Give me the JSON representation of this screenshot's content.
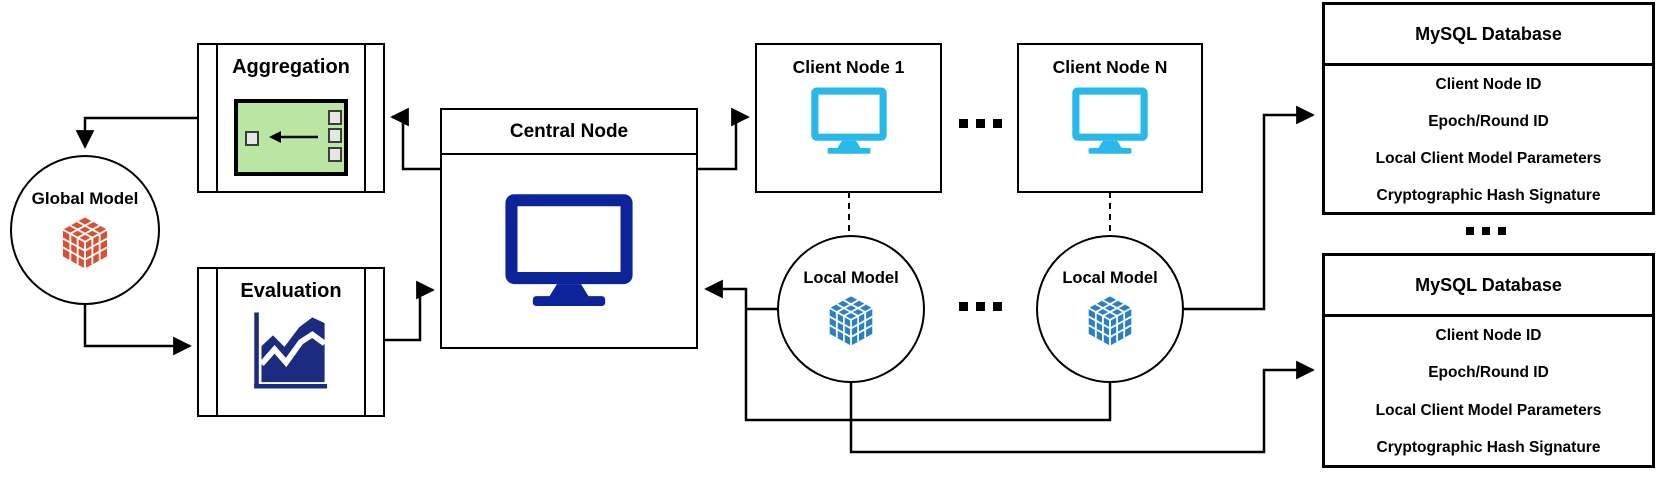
{
  "nodes": {
    "global_model": {
      "label": "Global Model",
      "icon": "rubiks-cube-orange"
    },
    "aggregation": {
      "label": "Aggregation",
      "icon": "aggregate-arrow-panel"
    },
    "evaluation": {
      "label": "Evaluation",
      "icon": "area-chart"
    },
    "central_node": {
      "label": "Central Node",
      "icon": "desktop-monitor-navy"
    },
    "client_node_1": {
      "label": "Client Node 1",
      "icon": "desktop-monitor-cyan"
    },
    "client_node_n": {
      "label": "Client Node N",
      "icon": "desktop-monitor-cyan"
    },
    "local_model_1": {
      "label": "Local Model",
      "icon": "rubiks-cube-blue"
    },
    "local_model_n": {
      "label": "Local Model",
      "icon": "rubiks-cube-blue"
    }
  },
  "databases": [
    {
      "title": "MySQL Database",
      "fields": [
        "Client Node ID",
        "Epoch/Round ID",
        "Local Client Model Parameters",
        "Cryptographic Hash Signature"
      ]
    },
    {
      "title": "MySQL Database",
      "fields": [
        "Client Node ID",
        "Epoch/Round ID",
        "Local Client Model Parameters",
        "Cryptographic Hash Signature"
      ]
    }
  ],
  "ellipsis": {
    "between_clients": "...",
    "between_local_models": "...",
    "between_databases": "..."
  },
  "colors": {
    "navy": "#0c2399",
    "chart_navy": "#1b2b80",
    "cyan": "#29b8ea",
    "cube_orange": "#d84f33",
    "cube_blue": "#2b80c4",
    "agg_green": "#b9e7a3",
    "line": "#000000"
  }
}
